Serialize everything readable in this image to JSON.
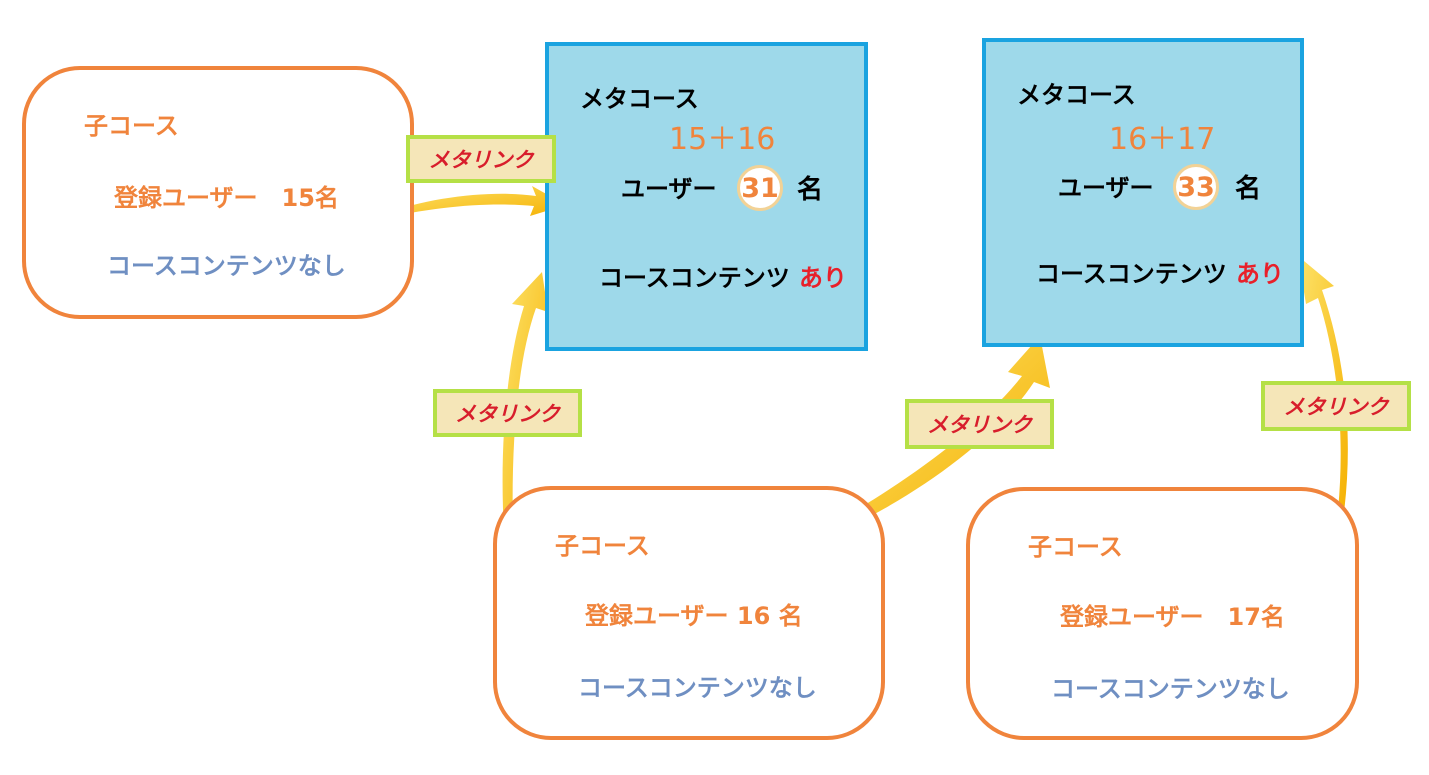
{
  "diagram": {
    "link_label": "メタリンク",
    "colors": {
      "child_border": "#f0843c",
      "child_text": "#f0843c",
      "child_content_text": "#6f8fc2",
      "meta_fill": "#9ed9ea",
      "meta_border": "#1aa3e0",
      "emphasis_red": "#e8202a",
      "badge_fill": "#f5e6b8",
      "badge_border": "#b5e046",
      "arrow": "#f7b800"
    },
    "child_courses": [
      {
        "title": "子コース",
        "users": "登録ユーザー　15名",
        "content": "コースコンテンツなし"
      },
      {
        "title": "子コース",
        "users": "登録ユーザー 16 名",
        "content": "コースコンテンツなし"
      },
      {
        "title": "子コース",
        "users": "登録ユーザー　17名",
        "content": "コースコンテンツなし"
      }
    ],
    "meta_courses": [
      {
        "title": "メタコース",
        "sum": "15＋16",
        "users_label": "ユーザー",
        "user_count": "31",
        "unit": "名",
        "content_label": "コースコンテンツ",
        "content_flag": "あり"
      },
      {
        "title": "メタコース",
        "sum": "16＋17",
        "users_label": "ユーザー",
        "user_count": "33",
        "unit": "名",
        "content_label": "コースコンテンツ",
        "content_flag": "あり"
      }
    ]
  }
}
